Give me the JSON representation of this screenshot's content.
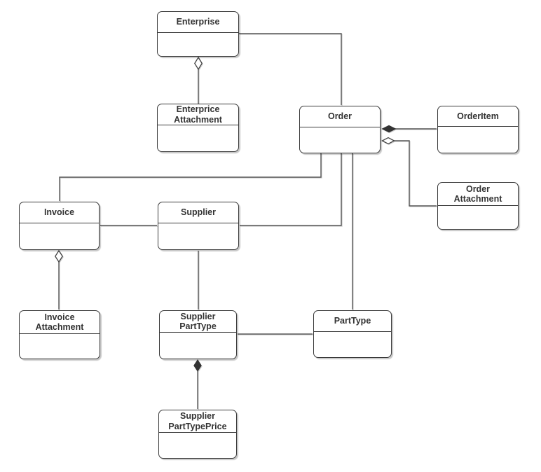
{
  "diagram": {
    "type": "uml-class-diagram",
    "classes": [
      {
        "name": "Enterprise"
      },
      {
        "name": "Enterprice\nAttachment"
      },
      {
        "name": "Order"
      },
      {
        "name": "OrderItem"
      },
      {
        "name": "Order\nAttachment"
      },
      {
        "name": "Invoice"
      },
      {
        "name": "Supplier"
      },
      {
        "name": "Invoice\nAttachment"
      },
      {
        "name": "Supplier\nPartType"
      },
      {
        "name": "PartType"
      },
      {
        "name": "Supplier\nPartTypePrice"
      }
    ],
    "relationships": [
      {
        "from": "Enterprise",
        "to": "Enterprice Attachment",
        "type": "aggregation",
        "diamond_at": "Enterprise"
      },
      {
        "from": "Enterprise",
        "to": "Order",
        "type": "association"
      },
      {
        "from": "Order",
        "to": "OrderItem",
        "type": "composition",
        "diamond_at": "Order"
      },
      {
        "from": "Order",
        "to": "Order Attachment",
        "type": "aggregation",
        "diamond_at": "Order"
      },
      {
        "from": "Order",
        "to": "Invoice",
        "type": "association"
      },
      {
        "from": "Order",
        "to": "Supplier",
        "type": "association"
      },
      {
        "from": "Order",
        "to": "PartType",
        "type": "association"
      },
      {
        "from": "Invoice",
        "to": "Supplier",
        "type": "association"
      },
      {
        "from": "Invoice",
        "to": "Invoice Attachment",
        "type": "aggregation",
        "diamond_at": "Invoice"
      },
      {
        "from": "Supplier",
        "to": "Supplier PartType",
        "type": "association"
      },
      {
        "from": "Supplier PartType",
        "to": "PartType",
        "type": "association"
      },
      {
        "from": "Supplier PartType",
        "to": "Supplier PartTypePrice",
        "type": "composition",
        "diamond_at": "Supplier PartType"
      }
    ],
    "colors": {
      "background": "#ffffff",
      "box_fill": "#ffffff",
      "box_border": "#3b3b3b",
      "connector": "#575757",
      "text": "#333333"
    }
  }
}
